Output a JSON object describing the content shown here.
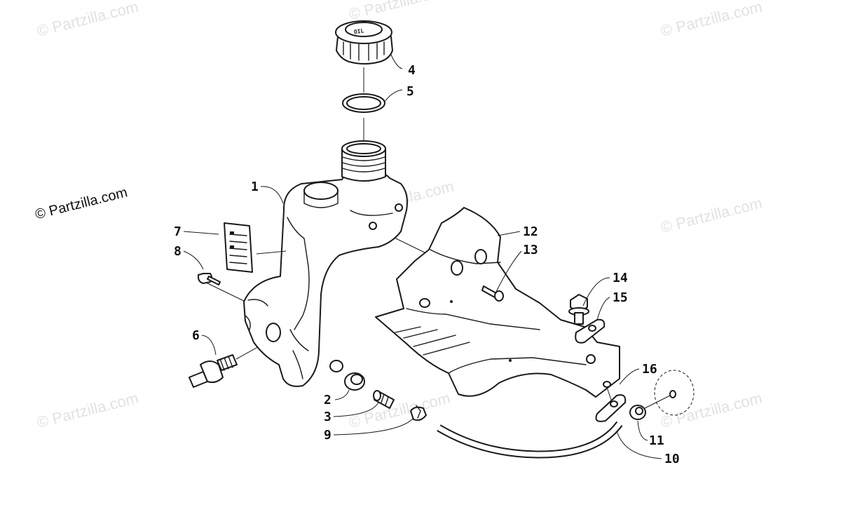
{
  "copyright_text": "© Partzilla.com",
  "watermark_text": "© Partzilla.com",
  "callouts": [
    {
      "id": "1",
      "label": "1"
    },
    {
      "id": "2",
      "label": "2"
    },
    {
      "id": "3",
      "label": "3"
    },
    {
      "id": "4",
      "label": "4"
    },
    {
      "id": "5",
      "label": "5"
    },
    {
      "id": "6",
      "label": "6"
    },
    {
      "id": "7",
      "label": "7"
    },
    {
      "id": "8",
      "label": "8"
    },
    {
      "id": "9",
      "label": "9"
    },
    {
      "id": "10",
      "label": "10"
    },
    {
      "id": "11",
      "label": "11"
    },
    {
      "id": "12",
      "label": "12"
    },
    {
      "id": "13",
      "label": "13"
    },
    {
      "id": "14",
      "label": "14"
    },
    {
      "id": "15",
      "label": "15"
    },
    {
      "id": "16",
      "label": "16"
    }
  ],
  "colors": {
    "line": "#1a1a1a",
    "watermark": "#e2e2e2",
    "background": "#ffffff"
  }
}
